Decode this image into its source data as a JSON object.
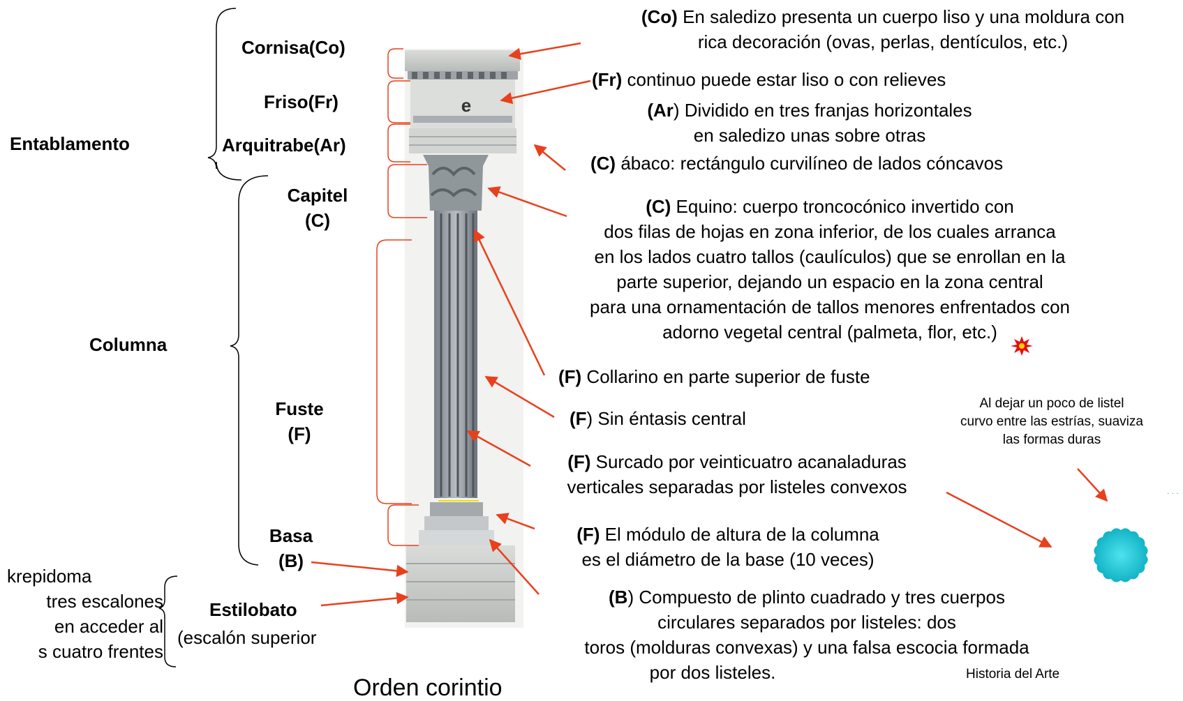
{
  "labels": {
    "entablamento": "Entablamento",
    "cornisa": "Cornisa(Co)",
    "friso": "Friso(Fr)",
    "arquitrabe": "Arquitrabe(Ar)",
    "capitel_1": "Capitel",
    "capitel_2": "(C)",
    "columna": "Columna",
    "fuste_1": "Fuste",
    "fuste_2": "(F)",
    "basa_1": "Basa",
    "basa_2": "(B)",
    "estilobato": "Estilobato",
    "escalon": "(escalón superior",
    "krepidoma_1": "krepidoma",
    "krepidoma_2": "tres escalones",
    "krepidoma_3": "en acceder al",
    "krepidoma_4": "s cuatro frentes",
    "bottom_partial": "Orden corintio"
  },
  "notes": {
    "co_bold": "(Co)",
    "co_1": " En saledizo presenta un cuerpo liso y una moldura con",
    "co_2": "rica decoración (ovas, perlas, dentículos, etc.)",
    "fr_bold": "(Fr)",
    "fr_1": " continuo puede estar liso o con relieves",
    "ar_bold": "(Ar",
    "ar_1": ") Dividido en tres franjas horizontales",
    "ar_2": "en saledizo unas sobre otras",
    "c1_bold": "(C)",
    "c1_1": " ábaco: rectángulo curvilíneo de lados cóncavos",
    "c2_bold": "(C)",
    "c2_1": " Equino: cuerpo troncocónico invertido con",
    "c2_2": "dos filas de hojas en zona inferior, de los cuales arranca",
    "c2_3": "en los lados cuatro tallos (caulículos) que se enrollan en la",
    "c2_4": "parte superior, dejando un espacio en la zona central",
    "c2_5": "para una ornamentación de tallos menores enfrentados con",
    "c2_6": "adorno vegetal central (palmeta, flor, etc.)",
    "f1_bold": "(F)",
    "f1_1": " Collarino en parte superior de fuste",
    "f2_bold": "(F",
    "f2_1": ") Sin éntasis central",
    "f3_bold": "(F)",
    "f3_1": " Surcado por veinticuatro acanaladuras",
    "f3_2": "verticales separadas por listeles convexos",
    "f4_bold": "(F)",
    "f4_1": " El módulo de altura de la columna",
    "f4_2": "es el diámetro de la base (10 veces)",
    "b_bold": "(B",
    "b_1": ") Compuesto de plinto cuadrado y tres cuerpos",
    "b_2": "circulares separados por listeles: dos",
    "b_3": "toros (molduras convexas) y una falsa escocia formada",
    "b_4": "por dos listeles.",
    "side_1": "Al dejar un poco de listel",
    "side_2": "curvo entre las estrías, suaviza",
    "side_3": "las formas duras",
    "footer": "Historia del Arte"
  },
  "colors": {
    "arrow": "#e8401c",
    "bracket": "#e8401c",
    "star": "#e01010",
    "section_circle": "#1ec8d8",
    "yellow_line": "#f0e000"
  }
}
